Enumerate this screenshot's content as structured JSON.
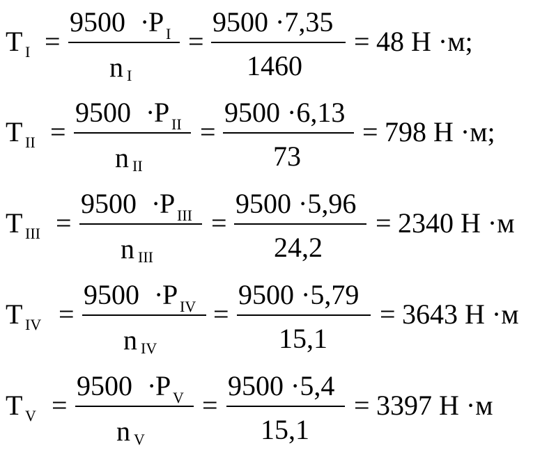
{
  "equations": [
    {
      "symbol": "T",
      "index": "I",
      "num_const": "9500",
      "num_dot": "·",
      "num_var": "P",
      "num_var_index": "I",
      "den_var": "n",
      "den_var_index": "I",
      "num_values": "9500 ·7,35",
      "den_value": "1460",
      "equals": "=",
      "result": "48 Н ·м;"
    },
    {
      "symbol": "T",
      "index": "II",
      "num_const": "9500",
      "num_dot": "·",
      "num_var": "P",
      "num_var_index": "II",
      "den_var": "n",
      "den_var_index": "II",
      "num_values": "9500 ·6,13",
      "den_value": "73",
      "equals": "=",
      "result": "798 Н ·м;"
    },
    {
      "symbol": "T",
      "index": "III",
      "num_const": "9500",
      "num_dot": "·",
      "num_var": "P",
      "num_var_index": "III",
      "den_var": "n",
      "den_var_index": "III",
      "num_values": "9500 ·5,96",
      "den_value": "24,2",
      "equals": "=",
      "result": "2340 Н ·м"
    },
    {
      "symbol": "T",
      "index": "IV",
      "num_const": "9500",
      "num_dot": "·",
      "num_var": "P",
      "num_var_index": "IV",
      "den_var": "n",
      "den_var_index": "IV",
      "num_values": "9500 ·5,79",
      "den_value": "15,1",
      "equals": "=",
      "result": "3643 Н ·м"
    },
    {
      "symbol": "T",
      "index": "V",
      "num_const": "9500",
      "num_dot": "·",
      "num_var": "P",
      "num_var_index": "V",
      "den_var": "n",
      "den_var_index": "V",
      "num_values": "9500 ·5,4",
      "den_value": "15,1",
      "equals": "=",
      "result": "3397 Н ·м"
    }
  ]
}
